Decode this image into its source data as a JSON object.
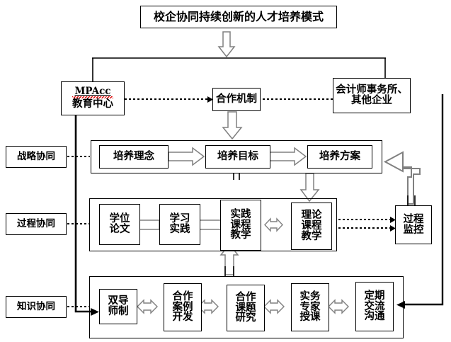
{
  "diagram": {
    "title_box": {
      "label": "校企协同持续创新的人才培养模式"
    },
    "tier2": {
      "left": {
        "en": "MPAcc",
        "cn": "教育中心"
      },
      "center": {
        "label": "合作机制"
      },
      "right": {
        "line1": "会计师事务所、",
        "line2": "其他企业"
      }
    },
    "row_labels": [
      {
        "label": "战略协同"
      },
      {
        "label": "过程协同"
      },
      {
        "label": "知识协同"
      }
    ],
    "strategy_row": {
      "boxes": [
        {
          "label": "培养理念"
        },
        {
          "label": "培养目标"
        },
        {
          "label": "培养方案"
        }
      ]
    },
    "process_row": {
      "boxes": [
        {
          "line1": "学位",
          "line2": "论文"
        },
        {
          "line1": "学习",
          "line2": "实践"
        },
        {
          "line1": "实践",
          "line2": "课程",
          "line3": "教学"
        },
        {
          "line1": "理论",
          "line2": "课程",
          "line3": "教学"
        }
      ],
      "monitor": {
        "line1": "过程",
        "line2": "监控"
      }
    },
    "knowledge_row": {
      "boxes": [
        {
          "line1": "双导",
          "line2": "师制"
        },
        {
          "line1": "合作",
          "line2": "案例",
          "line3": "开发"
        },
        {
          "line1": "合作",
          "line2": "课题",
          "line3": "研究"
        },
        {
          "line1": "实务",
          "line2": "专家",
          "line3": "授课"
        },
        {
          "line1": "定期",
          "line2": "交流",
          "line3": "沟通"
        }
      ]
    },
    "colors": {
      "stroke": "#000000",
      "block_arrow_fill": "#ffffff",
      "block_arrow_stroke": "#808080",
      "background": "#ffffff",
      "spellcheck_underline": "#cc0000"
    }
  }
}
